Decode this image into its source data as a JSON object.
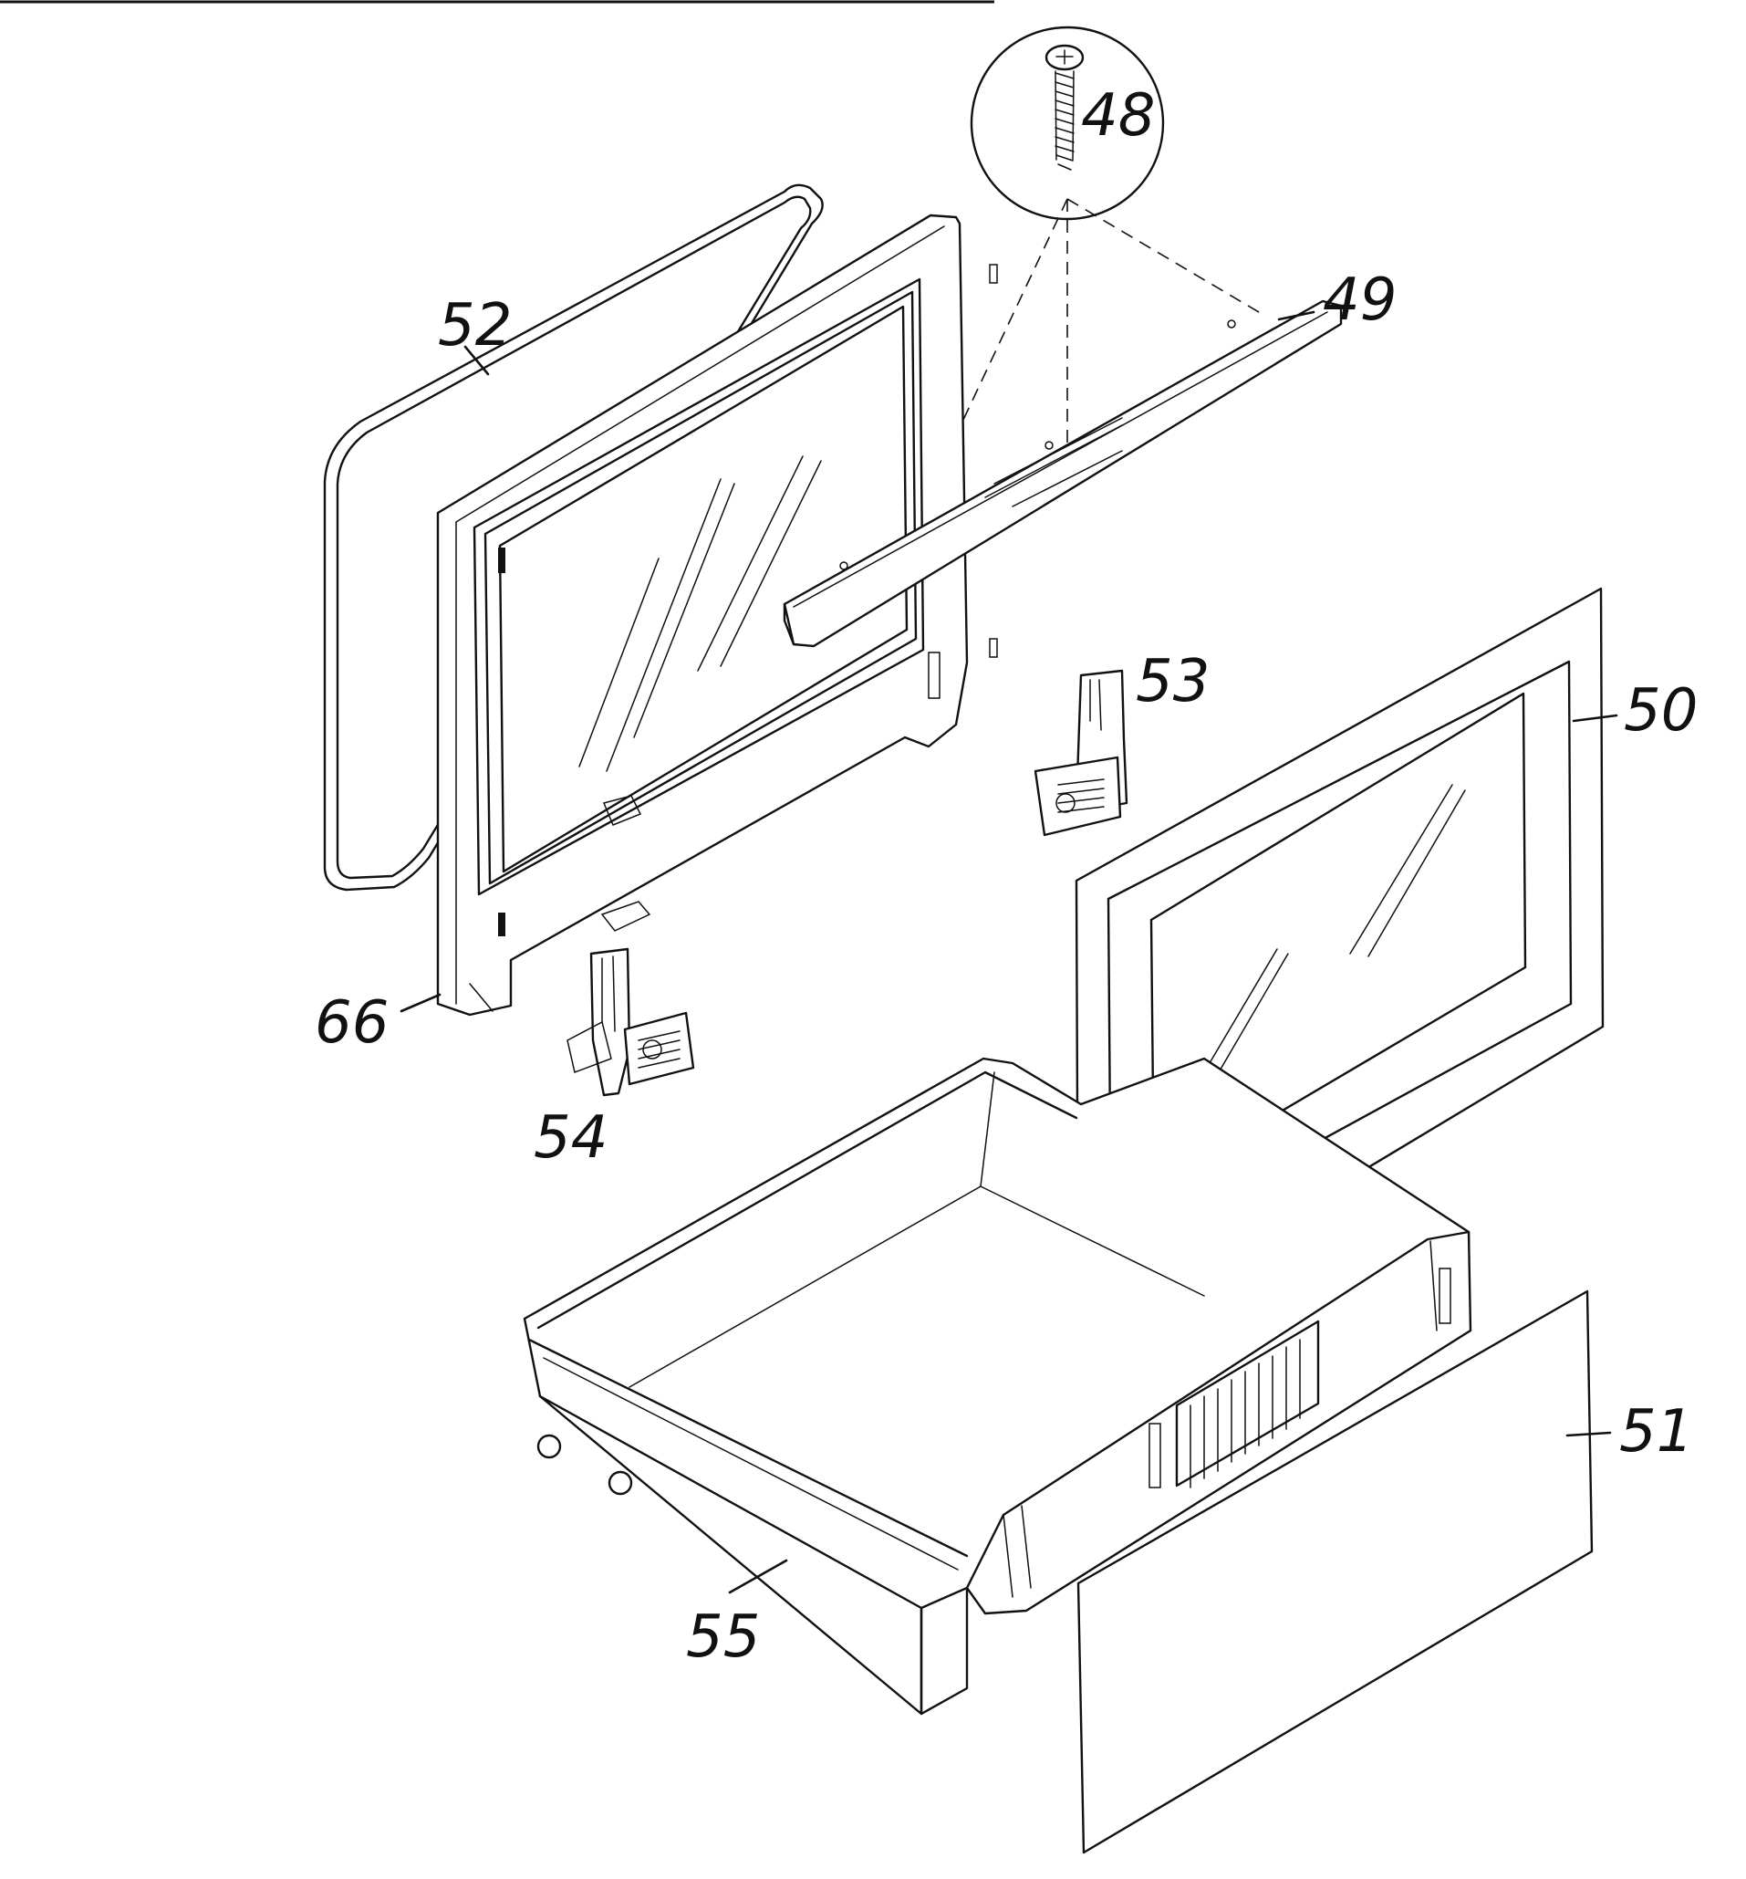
{
  "parts": [
    {
      "id": "part-48",
      "label": "48"
    },
    {
      "id": "part-49",
      "label": "49"
    },
    {
      "id": "part-50",
      "label": "50"
    },
    {
      "id": "part-51",
      "label": "51"
    },
    {
      "id": "part-52",
      "label": "52"
    },
    {
      "id": "part-53",
      "label": "53"
    },
    {
      "id": "part-54",
      "label": "54"
    },
    {
      "id": "part-55",
      "label": "55"
    },
    {
      "id": "part-66",
      "label": "66"
    }
  ]
}
